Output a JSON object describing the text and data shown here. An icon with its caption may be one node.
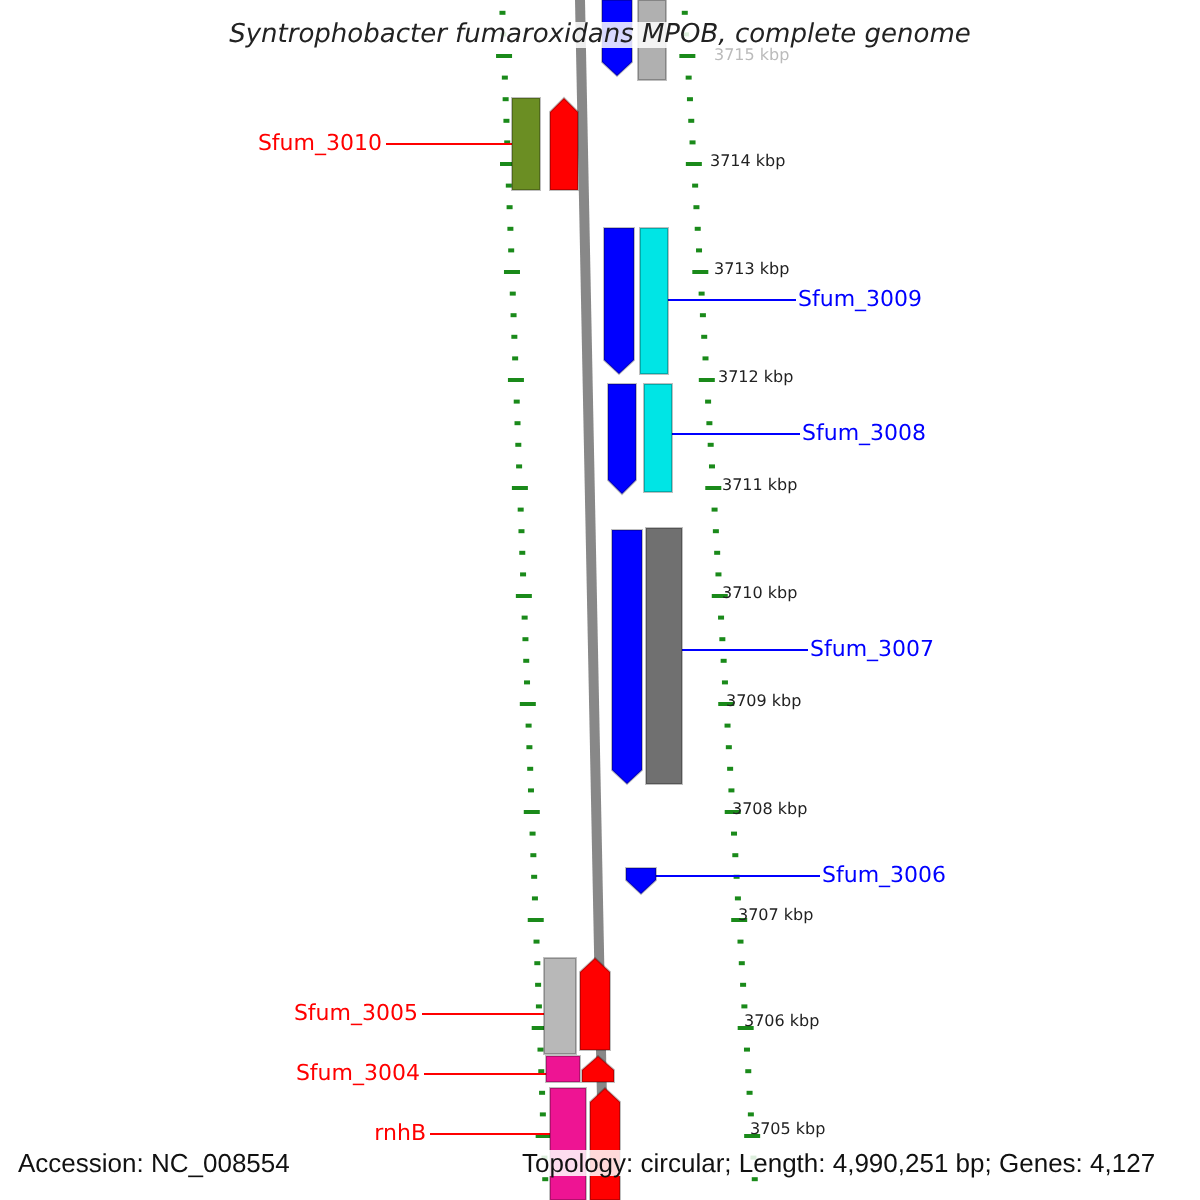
{
  "diagram": {
    "title": "Syntrophobacter fumaroxidans MPOB, complete genome",
    "nodes": [
      {
        "text": [
          "Sfum_3010"
        ]
      },
      {
        "text": [
          "Sfum_3009"
        ]
      },
      {
        "text": [
          "Sfum_3008"
        ]
      },
      {
        "text": [
          "Sfum_3007"
        ]
      },
      {
        "text": [
          "Sfum_3006"
        ]
      },
      {
        "text": [
          "Sfum_3005"
        ]
      },
      {
        "text": [
          "Sfum_3004"
        ]
      },
      {
        "text": [
          "rnhB"
        ]
      },
      {
        "text": [],
        "shape": "pentagon"
      },
      {
        "text": [],
        "shape": "bar"
      },
      {
        "text": [],
        "shape": "bar"
      },
      {
        "text": [],
        "shape": "pentagon"
      },
      {
        "text": [],
        "shape": "pentagon"
      },
      {
        "text": [],
        "shape": "bar"
      },
      {
        "text": [],
        "shape": "pentagon"
      },
      {
        "text": [],
        "shape": "bar"
      },
      {
        "text": [],
        "shape": "pentagon"
      },
      {
        "text": [],
        "shape": "bar"
      },
      {
        "text": [],
        "shape": "pentagon"
      },
      {
        "text": [],
        "shape": "bar"
      },
      {
        "text": [],
        "shape": "pentagon"
      },
      {
        "text": [],
        "shape": "bar"
      },
      {
        "text": [],
        "shape": "pentagon"
      },
      {
        "text": [],
        "shape": "bar"
      },
      {
        "text": [],
        "shape": "pentagon"
      }
    ],
    "edges": [
      {
        "from": 0,
        "to": 10,
        "arrow": "none",
        "color": "#ff0000"
      },
      {
        "from": 1,
        "to": 13,
        "arrow": "none",
        "color": "#0000ff"
      },
      {
        "from": 2,
        "to": 15,
        "arrow": "none",
        "color": "#0000ff"
      },
      {
        "from": 3,
        "to": 17,
        "arrow": "none",
        "color": "#0000ff"
      },
      {
        "from": 4,
        "to": 18,
        "arrow": "none",
        "color": "#0000ff"
      },
      {
        "from": 5,
        "to": 19,
        "arrow": "none",
        "color": "#ff0000"
      },
      {
        "from": 6,
        "to": 21,
        "arrow": "none",
        "color": "#ff0000"
      },
      {
        "from": 7,
        "to": 23,
        "arrow": "none",
        "color": "#ff0000"
      }
    ],
    "labels": [
      "3715 kbp",
      "3714 kbp",
      "3713 kbp",
      "3712 kbp",
      "3711 kbp",
      "3710 kbp",
      "3709 kbp",
      "3708 kbp",
      "3707 kbp",
      "3706 kbp",
      "3705 kbp",
      "Accession: NC_008554",
      "Topology: circular; Length: 4,990,251 bp; Genes: 4,127"
    ]
  }
}
